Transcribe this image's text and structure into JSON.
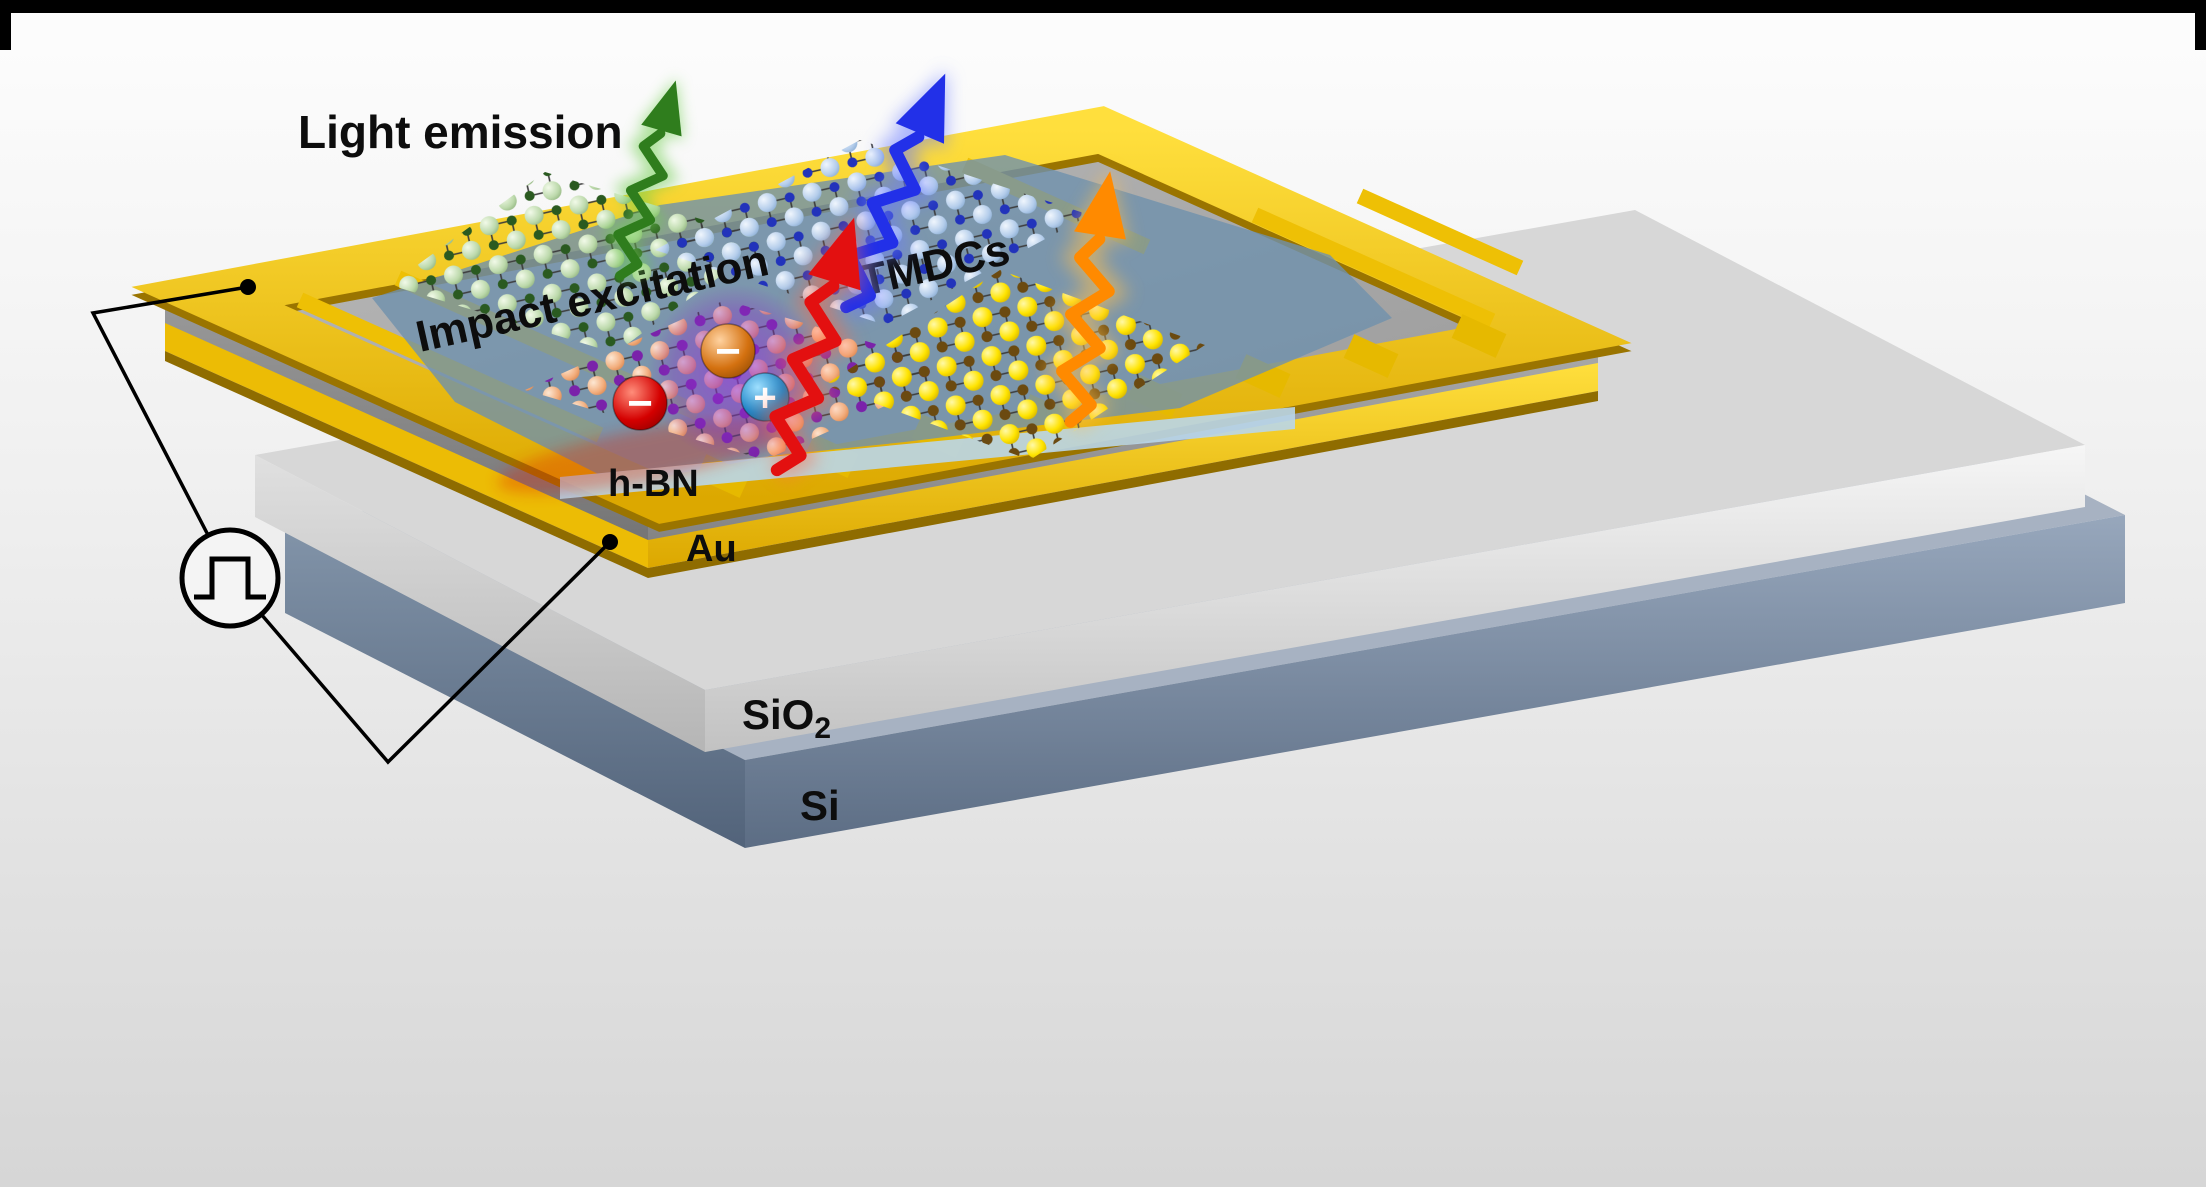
{
  "scene": {
    "type": "3d-device-schematic",
    "labels": {
      "light_emission": "Light emission",
      "impact_excitation": "Impact excitation",
      "tmdcs": "TMDCs",
      "h_bn": "h-BN",
      "au": "Au",
      "sio2_base": "SiO",
      "sio2_subscript": "2",
      "si": "Si"
    },
    "charges": [
      {
        "id": "electron-red",
        "symbol": "−",
        "fill": "#c40000"
      },
      {
        "id": "electron-orange",
        "symbol": "−",
        "fill": "#cc6a10"
      },
      {
        "id": "hole-blue",
        "symbol": "+",
        "fill": "#1b7fc4"
      }
    ],
    "arrows": [
      {
        "id": "emission-arrow-green",
        "color": "#2f7d1d"
      },
      {
        "id": "emission-arrow-blue",
        "color": "#2230e8"
      },
      {
        "id": "impact-excitation-arrow",
        "color": "#e31010"
      },
      {
        "id": "emission-arrow-orange",
        "color": "#ff8a00"
      }
    ],
    "layers": [
      {
        "id": "si-substrate",
        "color": "#8593a8"
      },
      {
        "id": "sio2-layer",
        "color": "#ececec"
      },
      {
        "id": "chip-slab",
        "color": "#a2a2a2"
      },
      {
        "id": "au-electrodes",
        "color": "#f2c200"
      },
      {
        "id": "h-bn-flake",
        "color": "#7393ad"
      }
    ],
    "flakes": [
      {
        "id": "tmdc-flake-green",
        "ball": "#cfe6c4",
        "dopant": "#2a5a20"
      },
      {
        "id": "tmdc-flake-blue",
        "ball": "#cbdcf2",
        "dopant": "#2233bb"
      },
      {
        "id": "tmdc-flake-orange",
        "ball": "#f5c5a0",
        "dopant": "#7a22aa"
      },
      {
        "id": "tmdc-flake-yellow",
        "ball": "#ffd900",
        "dopant": "#6b4a10"
      }
    ],
    "circuit": {
      "source_icon": "square-pulse-generator",
      "contacts": 2
    }
  }
}
